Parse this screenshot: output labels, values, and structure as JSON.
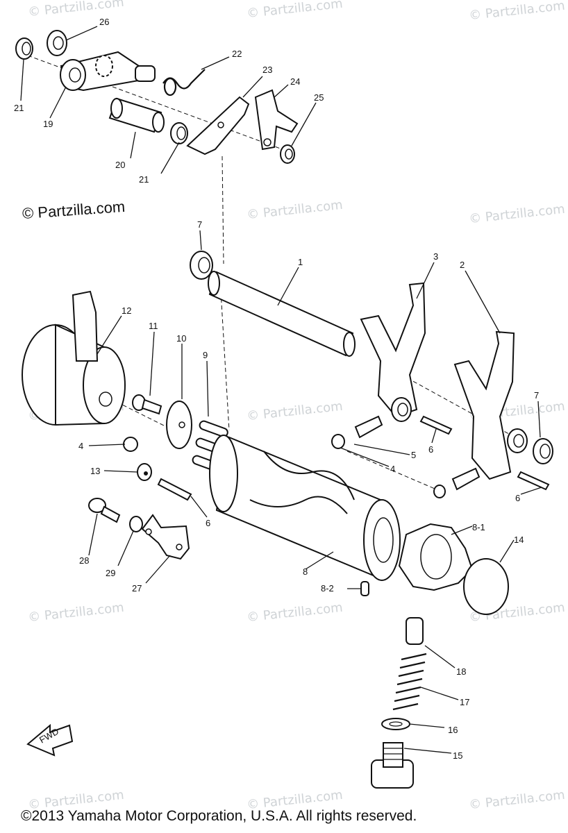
{
  "watermarks": {
    "text": "© Partzilla.com",
    "large_text": "© Partzilla.com"
  },
  "copyright": "©2013 Yamaha Motor Corporation, U.S.A. All rights reserved.",
  "fwd_label": "FWD",
  "callouts": {
    "c1": "1",
    "c2": "2",
    "c3": "3",
    "c4a": "4",
    "c4b": "4",
    "c5": "5",
    "c6a": "6",
    "c6b": "6",
    "c6c": "6",
    "c7a": "7",
    "c7b": "7",
    "c8": "8",
    "c8_1": "8-1",
    "c8_2": "8-2",
    "c9": "9",
    "c10": "10",
    "c11": "11",
    "c12": "12",
    "c13": "13",
    "c14": "14",
    "c15": "15",
    "c16": "16",
    "c17": "17",
    "c18": "18",
    "c19": "19",
    "c20": "20",
    "c21a": "21",
    "c21b": "21",
    "c22": "22",
    "c23": "23",
    "c24": "24",
    "c25": "25",
    "c26": "26",
    "c27": "27",
    "c28": "28",
    "c29": "29"
  }
}
